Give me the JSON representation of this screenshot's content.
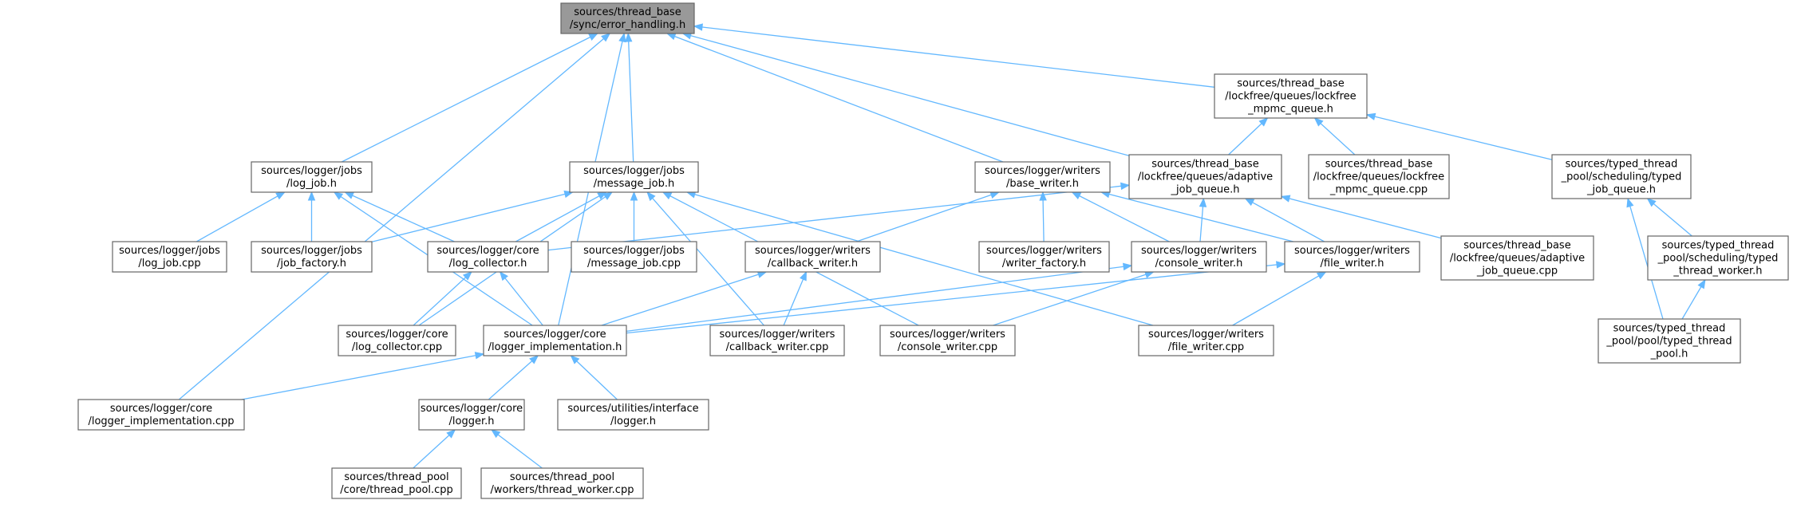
{
  "nodes": {
    "error_handling": [
      "sources/thread_base",
      "/sync/error_handling.h"
    ],
    "mpmc_h": [
      "sources/thread_base",
      "/lockfree/queues/lockfree",
      "_mpmc_queue.h"
    ],
    "log_job_h": [
      "sources/logger/jobs",
      "/log_job.h"
    ],
    "message_job_h": [
      "sources/logger/jobs",
      "/message_job.h"
    ],
    "base_writer_h": [
      "sources/logger/writers",
      "/base_writer.h"
    ],
    "adaptive_h": [
      "sources/thread_base",
      "/lockfree/queues/adaptive",
      "_job_queue.h"
    ],
    "mpmc_cpp": [
      "sources/thread_base",
      "/lockfree/queues/lockfree",
      "_mpmc_queue.cpp"
    ],
    "typed_job_queue_h": [
      "sources/typed_thread",
      "_pool/scheduling/typed",
      "_job_queue.h"
    ],
    "log_job_cpp": [
      "sources/logger/jobs",
      "/log_job.cpp"
    ],
    "job_factory_h": [
      "sources/logger/jobs",
      "/job_factory.h"
    ],
    "log_collector_h": [
      "sources/logger/core",
      "/log_collector.h"
    ],
    "message_job_cpp": [
      "sources/logger/jobs",
      "/message_job.cpp"
    ],
    "callback_writer_h": [
      "sources/logger/writers",
      "/callback_writer.h"
    ],
    "writer_factory_h": [
      "sources/logger/writers",
      "/writer_factory.h"
    ],
    "console_writer_h": [
      "sources/logger/writers",
      "/console_writer.h"
    ],
    "file_writer_h": [
      "sources/logger/writers",
      "/file_writer.h"
    ],
    "adaptive_cpp": [
      "sources/thread_base",
      "/lockfree/queues/adaptive",
      "_job_queue.cpp"
    ],
    "typed_worker_h": [
      "sources/typed_thread",
      "_pool/scheduling/typed",
      "_thread_worker.h"
    ],
    "log_collector_cpp": [
      "sources/logger/core",
      "/log_collector.cpp"
    ],
    "logger_impl_h": [
      "sources/logger/core",
      "/logger_implementation.h"
    ],
    "callback_writer_cpp": [
      "sources/logger/writers",
      "/callback_writer.cpp"
    ],
    "console_writer_cpp": [
      "sources/logger/writers",
      "/console_writer.cpp"
    ],
    "file_writer_cpp": [
      "sources/logger/writers",
      "/file_writer.cpp"
    ],
    "typed_pool_h": [
      "sources/typed_thread",
      "_pool/pool/typed_thread",
      "_pool.h"
    ],
    "logger_impl_cpp": [
      "sources/logger/core",
      "/logger_implementation.cpp"
    ],
    "logger_h": [
      "sources/logger/core",
      "/logger.h"
    ],
    "interface_logger_h": [
      "sources/utilities/interface",
      "/logger.h"
    ],
    "thread_pool_cpp": [
      "sources/thread_pool",
      "/core/thread_pool.cpp"
    ],
    "thread_worker_cpp": [
      "sources/thread_pool",
      "/workers/thread_worker.cpp"
    ]
  },
  "edges": [
    [
      "error_handling",
      "mpmc_h"
    ],
    [
      "error_handling",
      "log_job_h"
    ],
    [
      "error_handling",
      "message_job_h"
    ],
    [
      "error_handling",
      "base_writer_h"
    ],
    [
      "error_handling",
      "adaptive_h"
    ],
    [
      "error_handling",
      "logger_impl_h"
    ],
    [
      "error_handling",
      "logger_impl_cpp"
    ],
    [
      "mpmc_h",
      "adaptive_h"
    ],
    [
      "mpmc_h",
      "mpmc_cpp"
    ],
    [
      "mpmc_h",
      "typed_job_queue_h"
    ],
    [
      "log_job_h",
      "log_job_cpp"
    ],
    [
      "log_job_h",
      "job_factory_h"
    ],
    [
      "log_job_h",
      "log_collector_h"
    ],
    [
      "log_job_h",
      "logger_impl_h"
    ],
    [
      "message_job_h",
      "job_factory_h"
    ],
    [
      "message_job_h",
      "log_collector_h"
    ],
    [
      "message_job_h",
      "message_job_cpp"
    ],
    [
      "message_job_h",
      "log_collector_cpp"
    ],
    [
      "message_job_h",
      "callback_writer_cpp"
    ],
    [
      "message_job_h",
      "console_writer_cpp"
    ],
    [
      "message_job_h",
      "file_writer_cpp"
    ],
    [
      "base_writer_h",
      "callback_writer_h"
    ],
    [
      "base_writer_h",
      "writer_factory_h"
    ],
    [
      "base_writer_h",
      "console_writer_h"
    ],
    [
      "base_writer_h",
      "file_writer_h"
    ],
    [
      "adaptive_h",
      "log_collector_h"
    ],
    [
      "adaptive_h",
      "console_writer_h"
    ],
    [
      "adaptive_h",
      "file_writer_h"
    ],
    [
      "adaptive_h",
      "adaptive_cpp"
    ],
    [
      "typed_job_queue_h",
      "typed_worker_h"
    ],
    [
      "typed_job_queue_h",
      "typed_pool_h"
    ],
    [
      "typed_worker_h",
      "typed_pool_h"
    ],
    [
      "log_collector_h",
      "log_collector_cpp"
    ],
    [
      "log_collector_h",
      "logger_impl_h"
    ],
    [
      "callback_writer_h",
      "logger_impl_h"
    ],
    [
      "callback_writer_h",
      "callback_writer_cpp"
    ],
    [
      "console_writer_h",
      "logger_impl_h"
    ],
    [
      "console_writer_h",
      "console_writer_cpp"
    ],
    [
      "file_writer_h",
      "logger_impl_h"
    ],
    [
      "file_writer_h",
      "file_writer_cpp"
    ],
    [
      "logger_impl_h",
      "logger_impl_cpp"
    ],
    [
      "logger_impl_h",
      "logger_h"
    ],
    [
      "logger_impl_h",
      "interface_logger_h"
    ],
    [
      "logger_h",
      "thread_pool_cpp"
    ],
    [
      "logger_h",
      "thread_worker_cpp"
    ]
  ],
  "colors": {
    "edge": "#63b8ff",
    "root_fill": "#999999",
    "node_border": "#666666"
  }
}
